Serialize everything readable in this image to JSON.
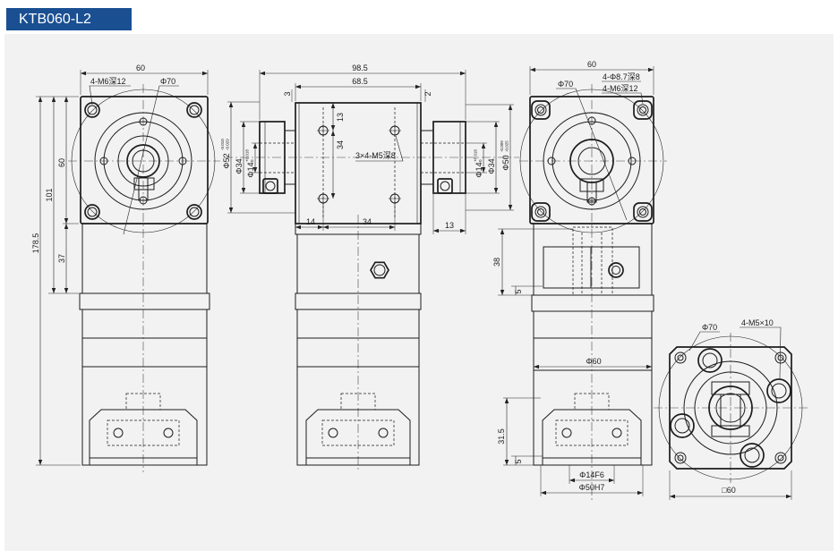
{
  "title": "KTB060-L2",
  "colors": {
    "banner": "#1a4f92",
    "banner_text": "#ffffff",
    "line": "#1c1c1c",
    "panel": "#f2f2f2"
  },
  "front_view": {
    "dim_width": "60",
    "label_holes": "4-M6深12",
    "label_pcd": "Φ70",
    "dim_flange_height": "60",
    "dim_neck_height": "37",
    "dim_upper_height": "101",
    "dim_total_height": "178.5"
  },
  "side_view": {
    "dim_overall": "98.5",
    "dim_body": "68.5",
    "dim_offset_left": "3",
    "dim_offset_right": "2",
    "dim_hole_top": "13",
    "dim_hole_spacing_v": "34",
    "label_tapped_holes": "3×4-M5深8",
    "dim_bottom_left": "14",
    "dim_bottom_spacing": "34",
    "dim_right_flange": "13",
    "left_pilot": {
      "value": "Φ52",
      "tol_upper": "-0.010",
      "tol_lower": "-0.029"
    },
    "left_flange": "Φ34",
    "left_bore": {
      "value": "Φ14",
      "tol_upper": "+0.018",
      "tol_lower": "0"
    },
    "right_bore": {
      "value": "Φ14",
      "tol_upper": "+0.018",
      "tol_lower": "0"
    },
    "right_flange": "Φ34",
    "right_pilot": {
      "value": "Φ50",
      "tol_upper": "-0.009",
      "tol_lower": "-0.025"
    }
  },
  "rear_view": {
    "dim_width": "60",
    "label_through_holes": "4-Φ8.7深8",
    "label_tapped_holes": "4-M6深12",
    "label_pcd": "Φ70",
    "dim_height_upper": "38",
    "dim_step_upper": "5",
    "dim_body_dia": "Φ60",
    "dim_height_lower": "31.5",
    "dim_step_lower": "5",
    "dim_shaft": "Φ14F6",
    "dim_pilot": "Φ50H7"
  },
  "bottom_view": {
    "label_tapped_holes": "4-M5×10",
    "label_pcd": "Φ70",
    "dim_square": "□60"
  }
}
